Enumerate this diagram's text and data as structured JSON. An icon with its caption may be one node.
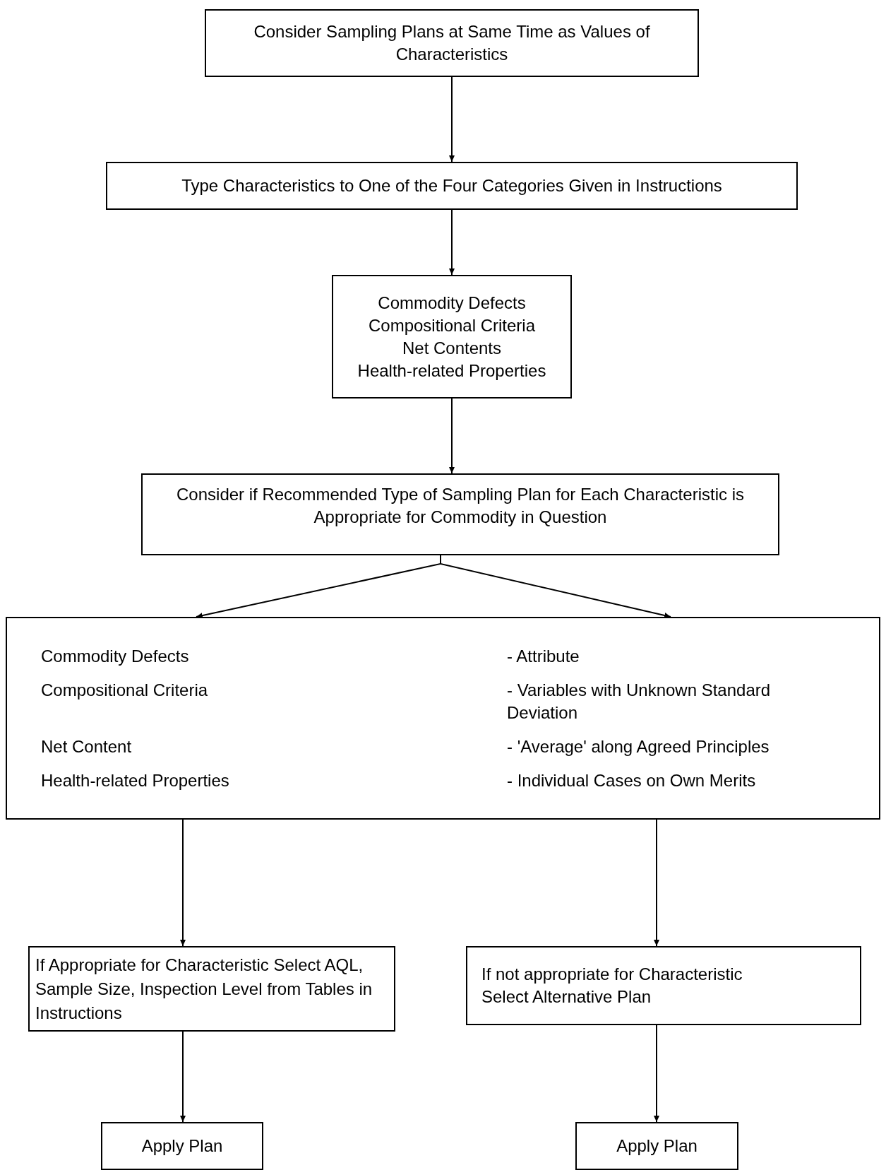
{
  "diagram": {
    "nodes": [
      {
        "text": [
          "Consider Sampling Plans at Same Time as Values of Characteristics"
        ]
      },
      {
        "text": [
          "Type Characteristics to One of the Four Categories Given in Instructions"
        ]
      },
      {
        "text": [
          "Commodity Defects",
          "Compositional Criteria",
          "Net Contents",
          "Health-related Properties"
        ]
      },
      {
        "text": [
          "Consider if Recommended Type of Sampling Plan for Each Characteristic is Appropriate for Commodity in Question"
        ]
      },
      {
        "text": [
          "Commodity Defects",
          "- Attribute",
          "Compositional Criteria",
          "- Variables with Unknown Standard Deviation",
          "Net Content",
          "- 'Average' along Agreed Principles",
          "Health-related Properties",
          "- Individual Cases on Own Merits"
        ]
      },
      {
        "text": [
          "If Appropriate for Characteristic Select AQL, Sample Size, Inspection Level from Tables in Instructions"
        ]
      },
      {
        "text": [
          "If not appropriate for Characteristic",
          "Select Alternative Plan"
        ]
      },
      {
        "text": [
          "Apply Plan"
        ]
      },
      {
        "text": [
          "Apply Plan"
        ]
      }
    ],
    "edges": [
      {
        "from": 0,
        "to": 1,
        "arrow": "to"
      },
      {
        "from": 1,
        "to": 2,
        "arrow": "to"
      },
      {
        "from": 2,
        "to": 3,
        "arrow": "to"
      },
      {
        "from": 3,
        "to": 4,
        "arrow": "to"
      },
      {
        "from": 3,
        "to": 4,
        "arrow": "to"
      },
      {
        "from": 4,
        "to": 5,
        "arrow": "to"
      },
      {
        "from": 4,
        "to": 6,
        "arrow": "to"
      },
      {
        "from": 5,
        "to": 7,
        "arrow": "to"
      },
      {
        "from": 6,
        "to": 8,
        "arrow": "to"
      }
    ]
  }
}
